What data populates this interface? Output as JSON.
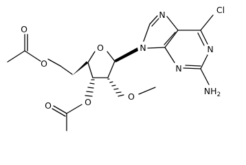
{
  "atoms": {
    "ring_oxygen": "O",
    "acetyl_5_ester_oxygen": "O",
    "acetyl_5_carbonyl_oxygen": "O",
    "acetyl_3_ester_oxygen": "O",
    "acetyl_3_carbonyl_oxygen": "O",
    "methoxy_oxygen": "O",
    "n7": "N",
    "n9": "N",
    "n1": "N",
    "n3": "N",
    "chlorine": "Cl",
    "amino_n": "NH",
    "amino_h_count": "2"
  }
}
